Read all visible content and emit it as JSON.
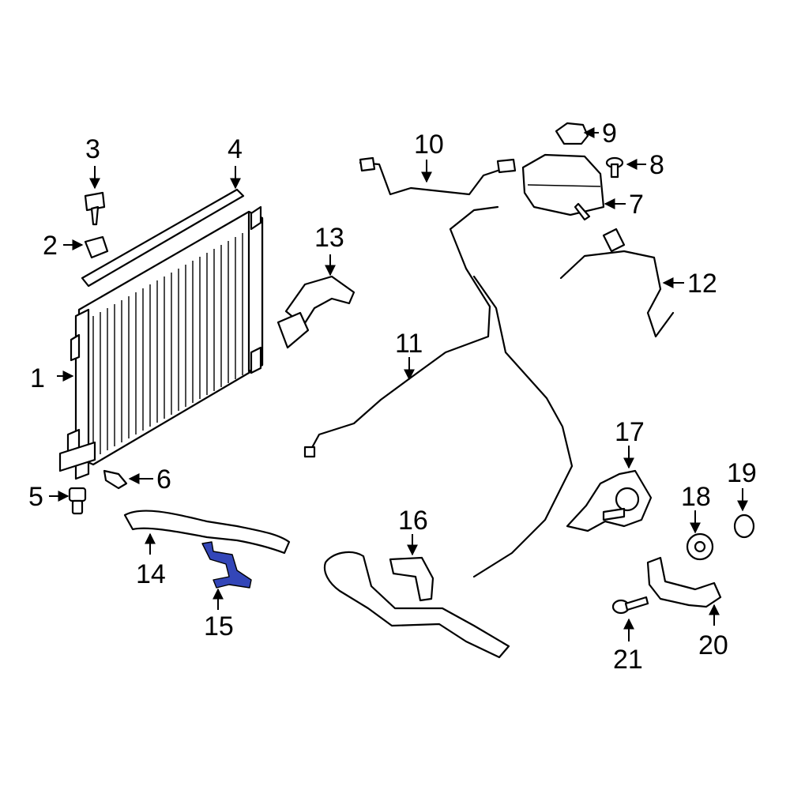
{
  "colors": {
    "line": "#000000",
    "background": "#ffffff",
    "highlight": "#3346b8"
  },
  "callouts": [
    "1",
    "2",
    "3",
    "4",
    "5",
    "6",
    "7",
    "8",
    "9",
    "10",
    "11",
    "12",
    "13",
    "14",
    "15",
    "16",
    "17",
    "18",
    "19",
    "20",
    "21"
  ]
}
